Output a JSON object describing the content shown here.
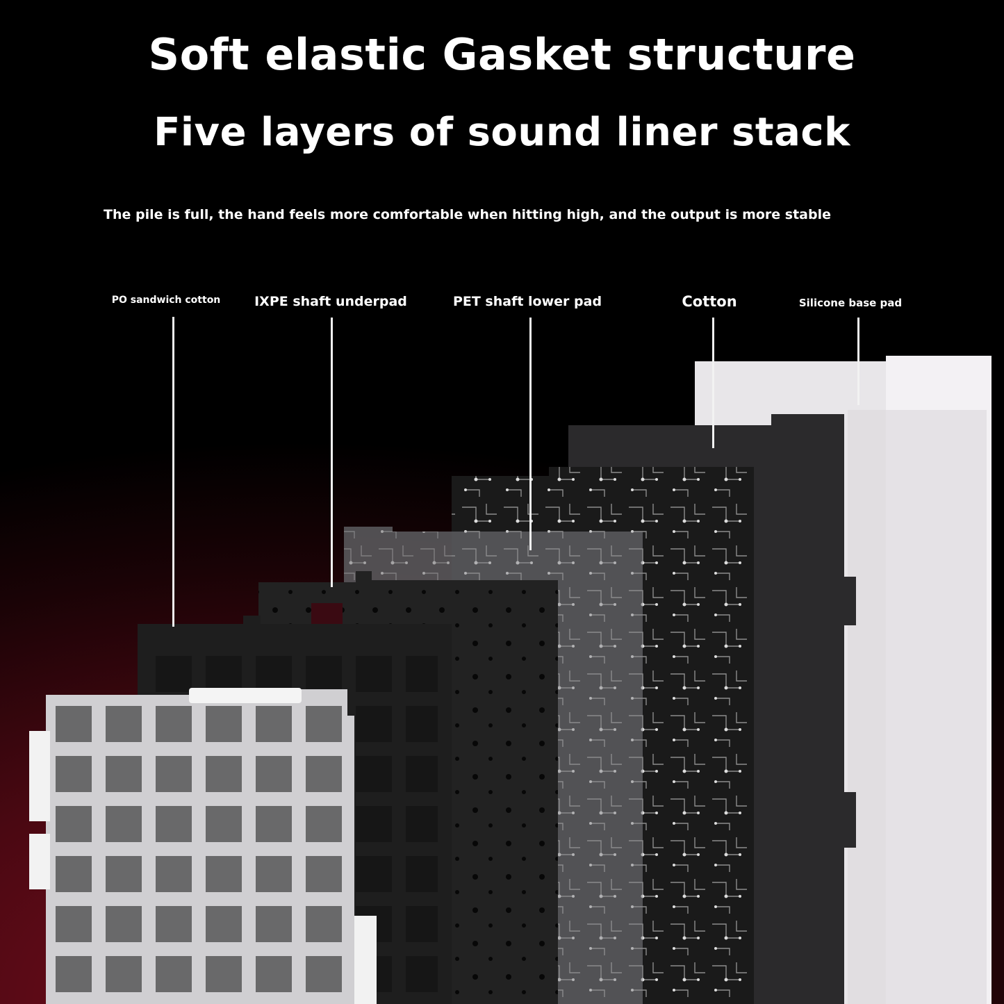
{
  "title": "Soft elastic Gasket structure",
  "subtitle": "Five layers of sound liner stack",
  "description": "The pile is full, the hand feels more comfortable when hitting high, and the output is more stable",
  "layers": [
    {
      "label": "PO sandwich cotton"
    },
    {
      "label": "IXPE shaft underpad"
    },
    {
      "label": "PET shaft lower pad"
    },
    {
      "label": "Cotton"
    },
    {
      "label": "Silicone base pad"
    }
  ],
  "colors": {
    "background_accent": "#7a0e1e",
    "text": "#ffffff"
  }
}
